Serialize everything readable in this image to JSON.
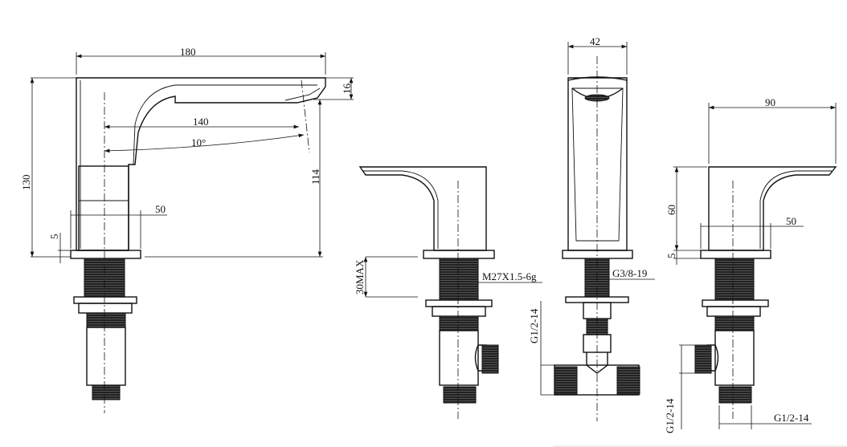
{
  "drawing": {
    "side_view": {
      "width": "180",
      "spout_height": "16",
      "reach": "140",
      "angle": "10°",
      "height": "130",
      "outlet_height": "114",
      "base_width": "50",
      "base_thickness": "5"
    },
    "handle_view": {
      "max_deck": "30MAX",
      "thread": "M27X1.5-6g"
    },
    "front_view": {
      "width": "42",
      "thread": "G3/8-19",
      "inlet": "G1/2-14"
    },
    "right_handle_view": {
      "width": "90",
      "height": "60",
      "base_width": "50",
      "base_thickness": "5",
      "inlet_vertical": "G1/2-14",
      "inlet_horizontal": "G1/2-14"
    }
  }
}
